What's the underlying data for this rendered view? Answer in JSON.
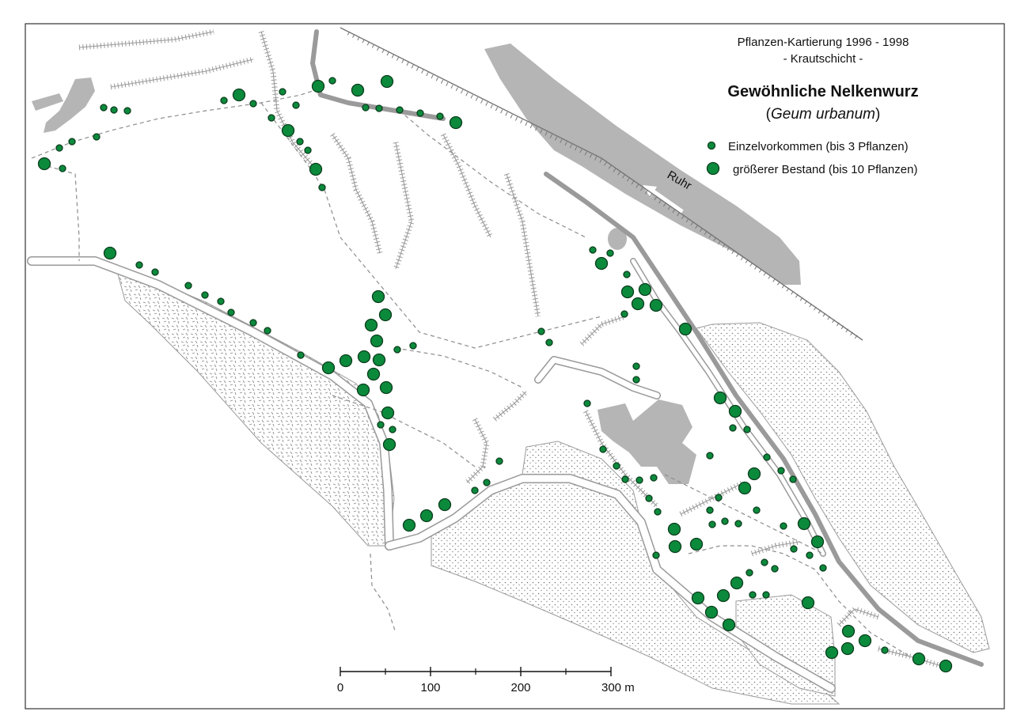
{
  "map": {
    "title_line1": "Pflanzen-Kartierung 1996 - 1998",
    "title_line2": "- Krautschicht -",
    "species_name": "Gewöhnliche Nelkenwurz",
    "species_latin_open": "(",
    "species_latin": "Geum urbanum",
    "species_latin_close": ")",
    "river_label": "Ruhr"
  },
  "legend": {
    "small_label": "Einzelvorkommen (bis 3 Pflanzen)",
    "large_label": "größerer Bestand (bis 10 Pflanzen)"
  },
  "scale_bar": {
    "labels": [
      "0",
      "100",
      "200",
      "300 m"
    ]
  },
  "colors": {
    "marker_fill": "#0c8a3c",
    "marker_stroke": "#0a3d1c",
    "river": "#b5b5b5",
    "building": "#b5b5b5"
  },
  "occurrences": {
    "note_units": "image pixels of the 1280x909 map",
    "large": [
      [
        56,
        207
      ],
      [
        302,
        120
      ],
      [
        402,
        109
      ],
      [
        452,
        114
      ],
      [
        489,
        103
      ],
      [
        364,
        165
      ],
      [
        399,
        214
      ],
      [
        576,
        155
      ],
      [
        139,
        320
      ],
      [
        478,
        375
      ],
      [
        487,
        398
      ],
      [
        469,
        411
      ],
      [
        476,
        431
      ],
      [
        437,
        456
      ],
      [
        415,
        465
      ],
      [
        460,
        451
      ],
      [
        479,
        455
      ],
      [
        472,
        473
      ],
      [
        459,
        493
      ],
      [
        488,
        490
      ],
      [
        490,
        522
      ],
      [
        492,
        562
      ],
      [
        562,
        638
      ],
      [
        539,
        652
      ],
      [
        517,
        664
      ],
      [
        760,
        333
      ],
      [
        793,
        369
      ],
      [
        815,
        366
      ],
      [
        806,
        384
      ],
      [
        829,
        386
      ],
      [
        866,
        416
      ],
      [
        910,
        503
      ],
      [
        929,
        520
      ],
      [
        953,
        599
      ],
      [
        941,
        617
      ],
      [
        852,
        669
      ],
      [
        853,
        691
      ],
      [
        880,
        688
      ],
      [
        882,
        756
      ],
      [
        914,
        753
      ],
      [
        931,
        737
      ],
      [
        899,
        774
      ],
      [
        921,
        790
      ],
      [
        1016,
        662
      ],
      [
        1033,
        685
      ],
      [
        1021,
        762
      ],
      [
        1072,
        798
      ],
      [
        1093,
        810
      ],
      [
        1051,
        825
      ],
      [
        1071,
        820
      ],
      [
        1161,
        833
      ],
      [
        1195,
        842
      ]
    ],
    "small": [
      [
        75,
        187
      ],
      [
        91,
        179
      ],
      [
        122,
        173
      ],
      [
        79,
        213
      ],
      [
        131,
        136
      ],
      [
        144,
        139
      ],
      [
        161,
        140
      ],
      [
        283,
        127
      ],
      [
        320,
        131
      ],
      [
        343,
        149
      ],
      [
        357,
        116
      ],
      [
        374,
        133
      ],
      [
        379,
        179
      ],
      [
        389,
        190
      ],
      [
        407,
        237
      ],
      [
        420,
        102
      ],
      [
        462,
        136
      ],
      [
        479,
        137
      ],
      [
        505,
        139
      ],
      [
        531,
        143
      ],
      [
        556,
        147
      ],
      [
        176,
        335
      ],
      [
        196,
        344
      ],
      [
        238,
        361
      ],
      [
        259,
        373
      ],
      [
        279,
        381
      ],
      [
        292,
        395
      ],
      [
        320,
        408
      ],
      [
        338,
        418
      ],
      [
        380,
        449
      ],
      [
        502,
        442
      ],
      [
        522,
        437
      ],
      [
        481,
        537
      ],
      [
        496,
        543
      ],
      [
        684,
        419
      ],
      [
        694,
        433
      ],
      [
        631,
        583
      ],
      [
        615,
        610
      ],
      [
        600,
        620
      ],
      [
        749,
        316
      ],
      [
        771,
        320
      ],
      [
        792,
        347
      ],
      [
        789,
        397
      ],
      [
        804,
        463
      ],
      [
        804,
        480
      ],
      [
        742,
        510
      ],
      [
        762,
        568
      ],
      [
        779,
        589
      ],
      [
        790,
        606
      ],
      [
        808,
        607
      ],
      [
        826,
        604
      ],
      [
        820,
        630
      ],
      [
        831,
        647
      ],
      [
        829,
        702
      ],
      [
        897,
        576
      ],
      [
        908,
        629
      ],
      [
        926,
        541
      ],
      [
        944,
        543
      ],
      [
        897,
        645
      ],
      [
        900,
        663
      ],
      [
        916,
        659
      ],
      [
        933,
        662
      ],
      [
        956,
        645
      ],
      [
        969,
        578
      ],
      [
        987,
        595
      ],
      [
        1002,
        606
      ],
      [
        990,
        665
      ],
      [
        1003,
        694
      ],
      [
        966,
        711
      ],
      [
        979,
        719
      ],
      [
        1023,
        702
      ],
      [
        1040,
        718
      ],
      [
        947,
        724
      ],
      [
        951,
        752
      ],
      [
        968,
        752
      ],
      [
        1118,
        822
      ]
    ]
  }
}
